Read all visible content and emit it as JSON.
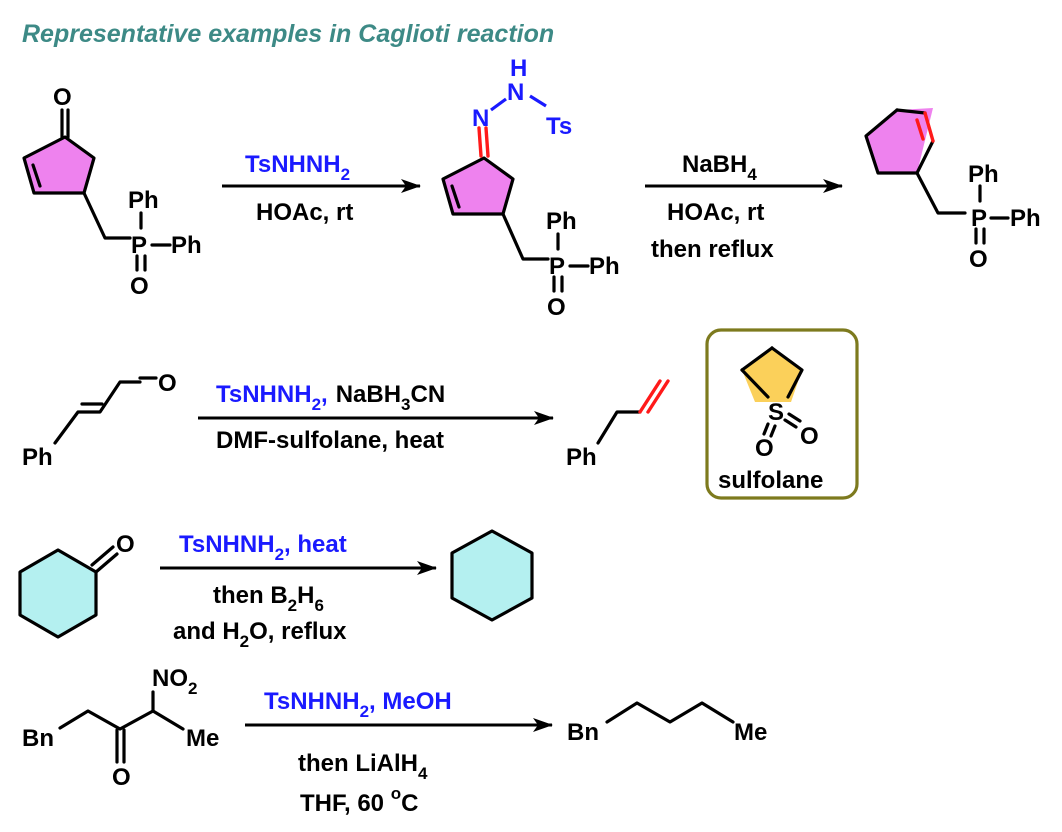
{
  "title": "Representative examples in Caglioti reaction",
  "atoms": {
    "O": "O",
    "Ph": "Ph",
    "P": "P",
    "N": "N",
    "H": "H",
    "Ts": "Ts",
    "S": "S",
    "Bn": "Bn",
    "Me": "Me",
    "NO": "NO",
    "two": "2"
  },
  "reaction1": {
    "step1_reagent_main": "TsNHNH",
    "step1_reagent_sub": "2",
    "step1_conditions": "HOAc, rt",
    "step2_reagent_main": "NaBH",
    "step2_reagent_sub": "4",
    "step2_conditions_1": "HOAc, rt",
    "step2_conditions_2": "then reflux"
  },
  "reaction2": {
    "reagent_blue_main": "TsNHNH",
    "reagent_blue_sub": "2",
    "reagent_blue_tail": ",",
    "reagent_black_a": "NaBH",
    "reagent_black_sub": "3",
    "reagent_black_b": "CN",
    "conditions": "DMF-sulfolane, heat",
    "box_label": "sulfolane"
  },
  "reaction3": {
    "reagent_main": "TsNHNH",
    "reagent_sub": "2",
    "reagent_tail": ", heat",
    "cond1_a": "then B",
    "cond1_sub1": "2",
    "cond1_b": "H",
    "cond1_sub2": "6",
    "cond2_a": "and H",
    "cond2_sub": "2",
    "cond2_b": "O, reflux"
  },
  "reaction4": {
    "reagent_main": "TsNHNH",
    "reagent_sub": "2",
    "reagent_tail": ", MeOH",
    "cond1_a": "then LiAlH",
    "cond1_sub": "4",
    "cond2_a": "THF,  60 ",
    "cond2_sup": "o",
    "cond2_b": "C"
  },
  "colors": {
    "title": "#3d8a86",
    "reagent_blue": "#1a1aff",
    "bond_red": "#ff1a1a",
    "ring_pink": "#ee82ee",
    "ring_cyan": "#b4f0f0",
    "ring_yellow": "#fbd05a",
    "box_border": "#7d7a1e"
  }
}
